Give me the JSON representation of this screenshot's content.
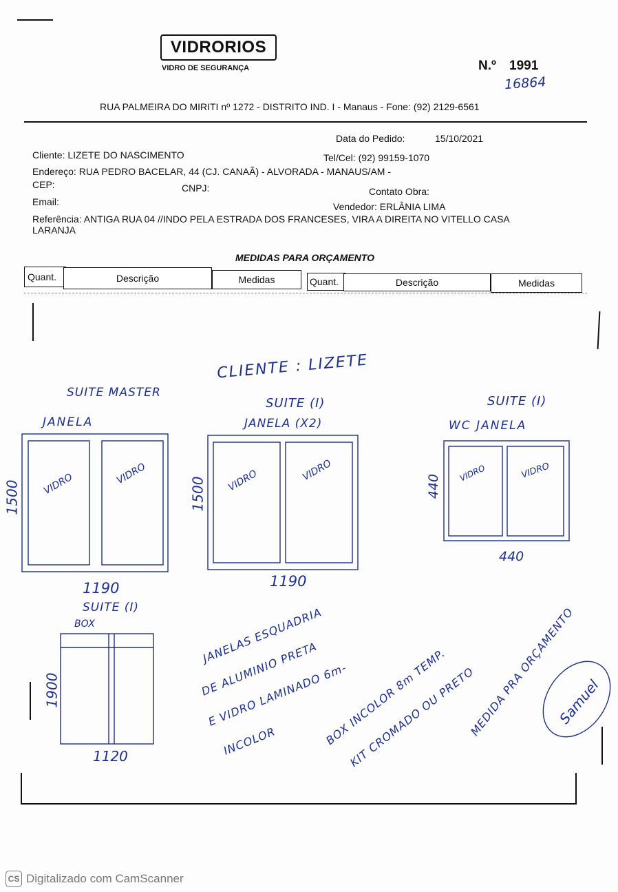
{
  "header": {
    "logo_text": "VIDRORIOS",
    "logo_subtitle": "VIDRO DE SEGURANÇA",
    "number_label": "N.º",
    "number_value": "1991",
    "handwritten_number": "16864",
    "address": "RUA PALMEIRA DO MIRITI nº 1272 - DISTRITO IND. I - Manaus - Fone: (92) 2129-6561"
  },
  "order": {
    "date_label": "Data do Pedido:",
    "date_value": "15/10/2021",
    "client": "Cliente: LIZETE DO NASCIMENTO",
    "phone": "Tel/Cel: (92) 99159-1070",
    "address": "Endereço: RUA PEDRO BACELAR, 44 (CJ. CANAÃ) - ALVORADA - MANAUS/AM -",
    "cep_label": "CEP:",
    "cnpj_label": "CNPJ:",
    "contact_label": "Contato Obra:",
    "email_label": "Email:",
    "seller": "Vendedor: ERLÂNIA LIMA",
    "reference_line1": "Referência: ANTIGA RUA 04 //INDO PELA ESTRADA DOS FRANCESES, VIRA A DIREITA NO VITELLO CASA",
    "reference_line2": "LARANJA"
  },
  "table": {
    "title": "MEDIDAS PARA ORÇAMENTO",
    "columns": [
      "Quant.",
      "Descrição",
      "Medidas",
      "Quant.",
      "Descrição",
      "Medidas"
    ]
  },
  "sketch": {
    "client_note": "CLIENTE : LIZETE",
    "window1": {
      "title": "SUITE MASTER",
      "subtitle": "JANELA",
      "height": "1500",
      "width": "1190",
      "pane_left": "VIDRO",
      "pane_right": "VIDRO"
    },
    "window2": {
      "title": "SUITE (I)",
      "subtitle": "JANELA (X2)",
      "height": "1500",
      "width": "1190",
      "pane_left": "VIDRO",
      "pane_right": "VIDRO"
    },
    "window3": {
      "title": "SUITE (I)",
      "subtitle": "WC  JANELA",
      "height": "440",
      "width": "440",
      "pane_left": "VIDRO",
      "pane_right": "VIDRO"
    },
    "box": {
      "title": "SUITE (I)",
      "subtitle": "BOX",
      "height": "1900",
      "width": "1120"
    },
    "note1": [
      "JANELAS ESQUADRIA",
      "DE ALUMINIO PRETA",
      "E VIDRO LAMINADO 6m-",
      "INCOLOR"
    ],
    "note2": [
      "BOX INCOLOR 8m TEMP.",
      "KIT CROMADO OU PRETO"
    ],
    "note3": "MEDIDA PRA ORÇAMENTO",
    "signature": "Samuel"
  },
  "footer": {
    "scanner_icon": "CS",
    "scanner_text": "Digitalizado com CamScanner"
  }
}
